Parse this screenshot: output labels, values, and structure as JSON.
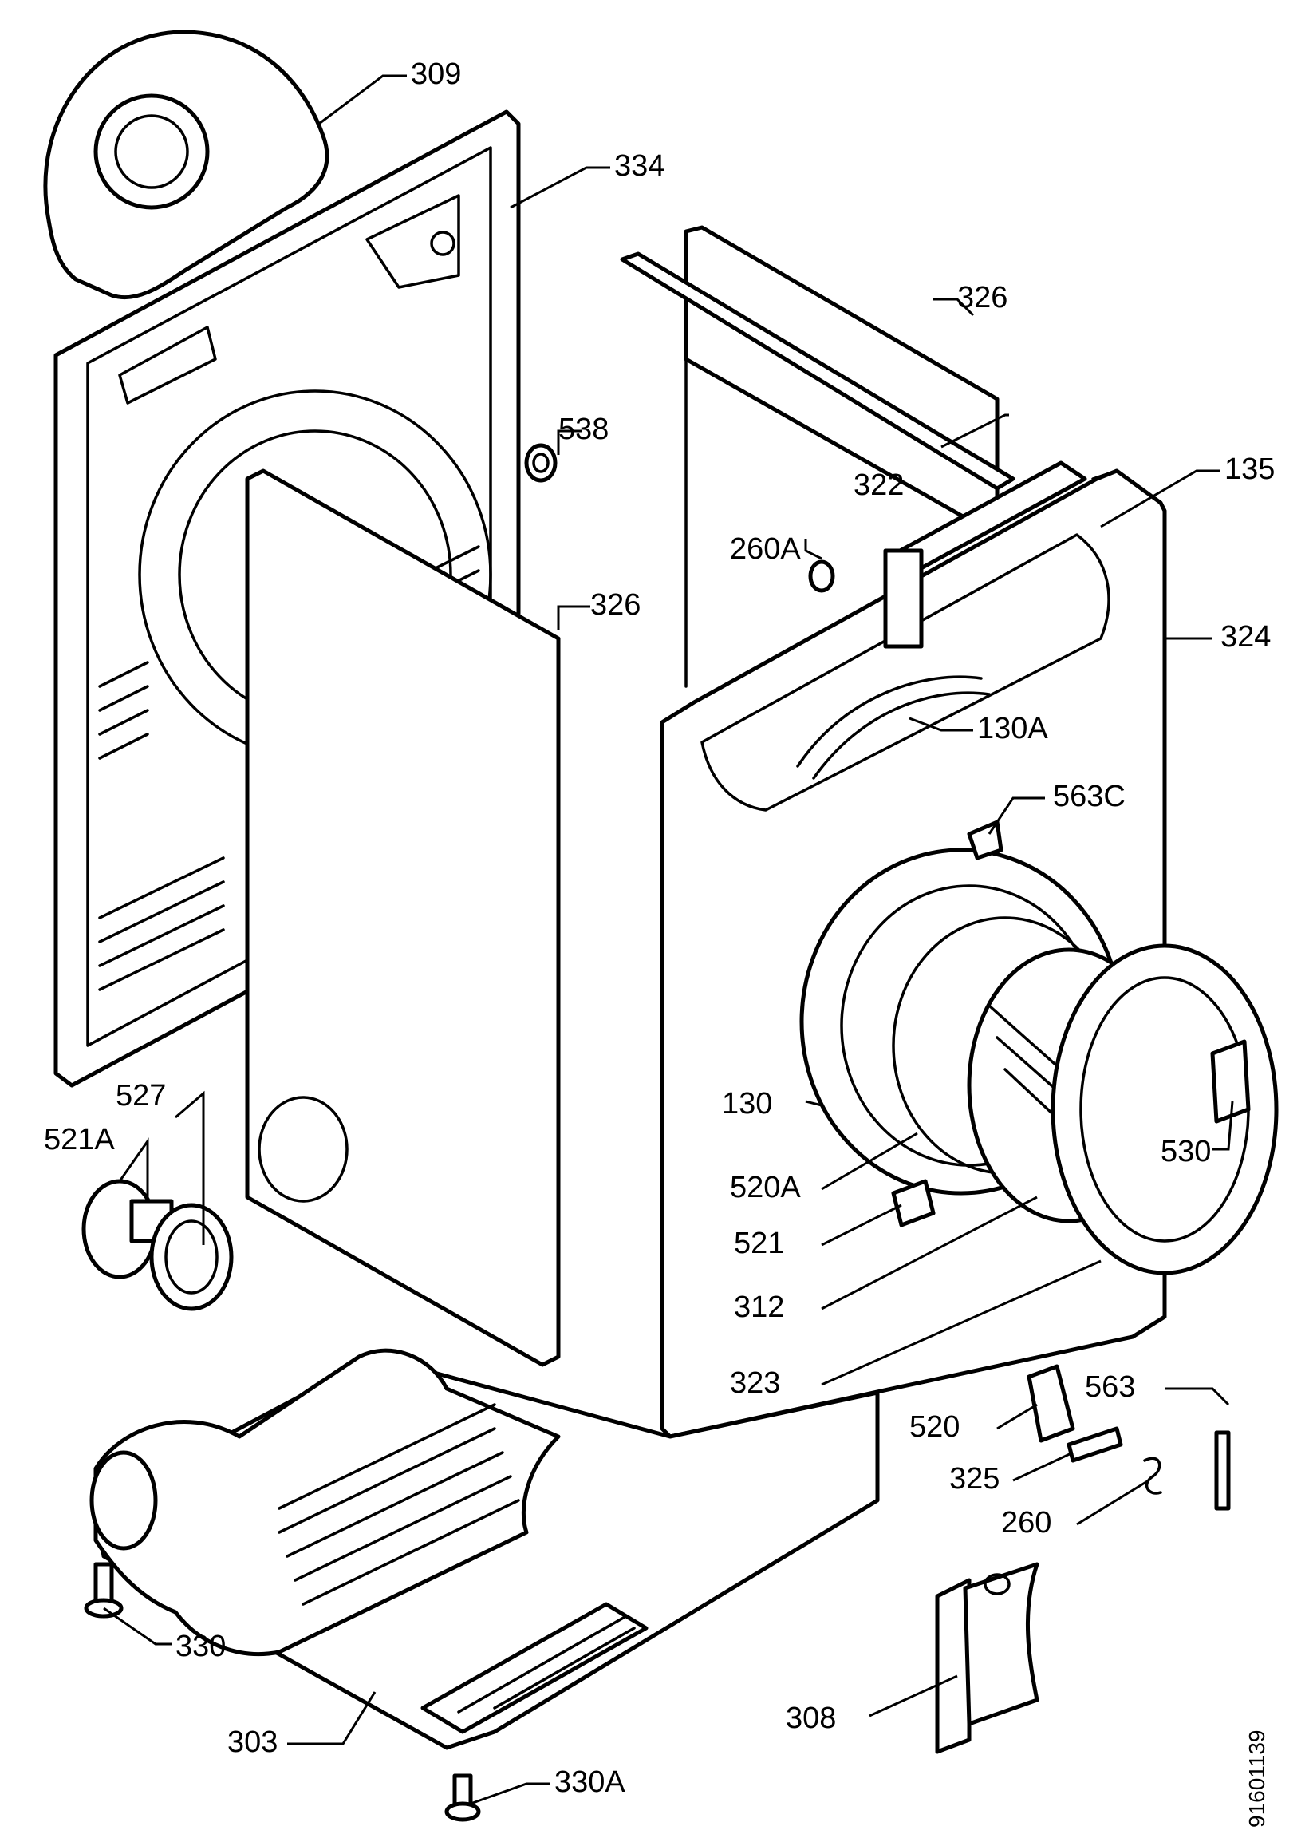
{
  "drawing_code": "91601139",
  "part_labels": {
    "p309": "309",
    "p334": "334",
    "p326_top": "326",
    "p538": "538",
    "p322": "322",
    "p135": "135",
    "p260A": "260A",
    "p326_mid": "326",
    "p324": "324",
    "p130A": "130A",
    "p563C": "563C",
    "p527": "527",
    "p521A": "521A",
    "p130": "130",
    "p530": "530",
    "p520A": "520A",
    "p521": "521",
    "p312": "312",
    "p323": "323",
    "p563": "563",
    "p520": "520",
    "p325": "325",
    "p260": "260",
    "p330": "330",
    "p303": "303",
    "p308": "308",
    "p330A": "330A"
  },
  "colors": {
    "ink": "#000000",
    "paper": "#ffffff"
  }
}
